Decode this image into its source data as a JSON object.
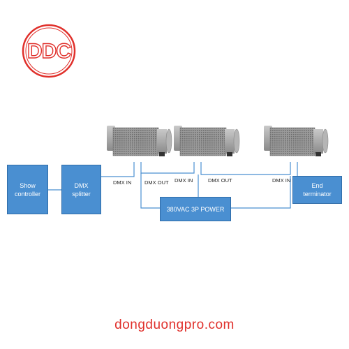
{
  "logo": {
    "text": "DDC",
    "color": "#e0302b"
  },
  "boxes": {
    "show_controller": "Show\ncontroller",
    "dmx_splitter": "DMX\nsplitter",
    "power": "380VAC 3P POWER",
    "end_terminator": "End\nterminator"
  },
  "labels": {
    "dmx_in_1": "DMX IN",
    "dmx_out_1": "DMX OUT",
    "dmx_in_2": "DMX IN",
    "dmx_out_2": "DMX OUT",
    "dmx_in_3": "DMX IN"
  },
  "website": "dongduongpro.com",
  "colors": {
    "box": "#4a8fd1",
    "line": "#4a8fd1",
    "brand": "#e0302b"
  }
}
